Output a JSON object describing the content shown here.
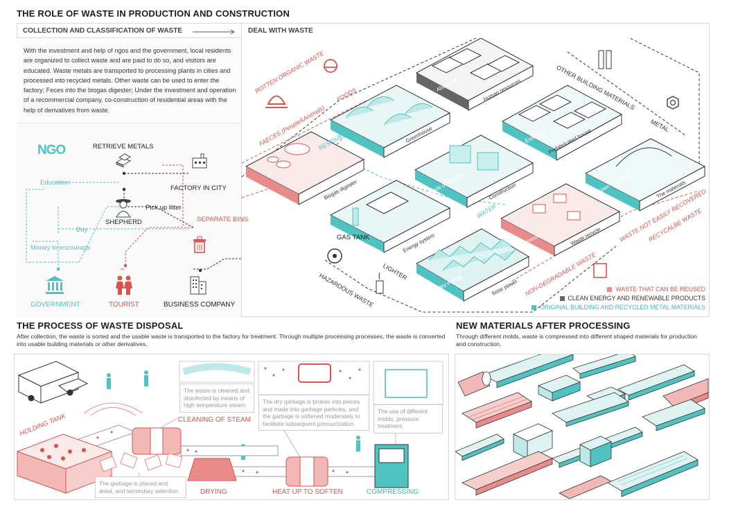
{
  "top": {
    "title": "THE ROLE OF WASTE IN PRODUCTION AND CONSTRUCTION",
    "collection_heading": "COLLECTION AND CLASSIFICATION OF WASTE",
    "collection_text": "With the investment and help of ngos and the government, local residents are organized to collect waste and are paid to do so, and visitors are educated. Waste metals are transported to processing plants in cities and processed into recycled metals. Other waste can be used to enter the factory; Feces into the biogas digester; Under the investment and operation of a recommercial company, co-construction of residential areas with the help of derivatives from waste.",
    "deal_heading": "DEAL WITH WASTE",
    "actors": {
      "ngo": "NGO",
      "retrieve_metals": "RETRIEVE METALS",
      "factory": "FACTORY IN CITY",
      "education": "Education",
      "pick_up": "Pick up litter",
      "shepherd": "SHEPHERD",
      "buy": "Buy",
      "separate_bins": "SEPARATE BINS",
      "money": "Money to encourage",
      "government": "GOVERNMENT",
      "tourist": "TOURIST",
      "business": "BUSINESS COMPANY"
    },
    "flow_labels": {
      "rotten": "ROTTEN ORGANIC WASTE",
      "foods": "FOODS",
      "faeces": "FAECES (People&Animals)",
      "residue": "RESIDUE",
      "water": "WATER",
      "gas_tank": "GAS TANK",
      "lighter": "LIGHTER",
      "hazardous": "HAZARDOUS WASTE",
      "non_degradable": "NON-DEGRADABLE WASTE",
      "other_building": "OTHER BUILDING MATERIALS",
      "metal": "METAL",
      "not_easily": "WASTE NOT EASILY RECOVERED",
      "recyclable": "RECYCALBE WASTE"
    },
    "tiles": {
      "aborigines": "Aborigines",
      "human_resources": "Human resources",
      "greenhouse": "Greenhouse",
      "extension": "Extension",
      "prefab": "Prefabricated house",
      "biogas": "Biogas digester",
      "decade": "A decade of planning",
      "construction": "Construction",
      "regrown": "Regrown materials",
      "materials": "The materials",
      "energy_system": "Energy system",
      "compress": "Compress",
      "waste_recycle": "Waste recycle",
      "primary_energy": "Primary energy",
      "solar_power": "Solar power"
    },
    "legend": [
      {
        "label": "WASTE THAT CAN BE REUSED",
        "color": "#e98b8b"
      },
      {
        "label": "CLEAN ENERGY AND RENEWABLE PRODUCTS",
        "color": "#666666"
      },
      {
        "label": "ORIGINAL BUILDING AND RECYCLED METAL MATERIALS",
        "color": "#4fc2c2"
      }
    ]
  },
  "process": {
    "title": "THE PROCESS OF WASTE DISPOSAL",
    "text": "After collection, the waste is sorted and the usable waste is transported to the factory for treatment. Through multiple processing processes, the waste is converted into usable building materials or other derivatives.",
    "holding_tank": "HOLDING TANK",
    "cap_steam": "The waste is cleaned and disinfected by means of high temperature steam.",
    "cap_dry": "The dry garbage is broken into pieces and made into garbage particles, and the garbage is softened moderately to facilitate subsequent pressurization.",
    "cap_molds": "The use of different molds, pressure treatment.",
    "cap_placed": "The garbage is placed and dried, and secondary selection.",
    "cleaning": "CLEANING OF STEAM",
    "drying": "DRYING",
    "heat": "HEAT UP TO SOFTEN",
    "compressing": "COMPRESSING"
  },
  "materials": {
    "title": "NEW MATERIALS AFTER PROCESSING",
    "text": "Through different molds, waste is compressed into different shaped materials for production and construction."
  },
  "colors": {
    "red": "#d9534f",
    "pink": "#f2b8b5",
    "teal": "#4fc2c2",
    "grey": "#666666"
  }
}
